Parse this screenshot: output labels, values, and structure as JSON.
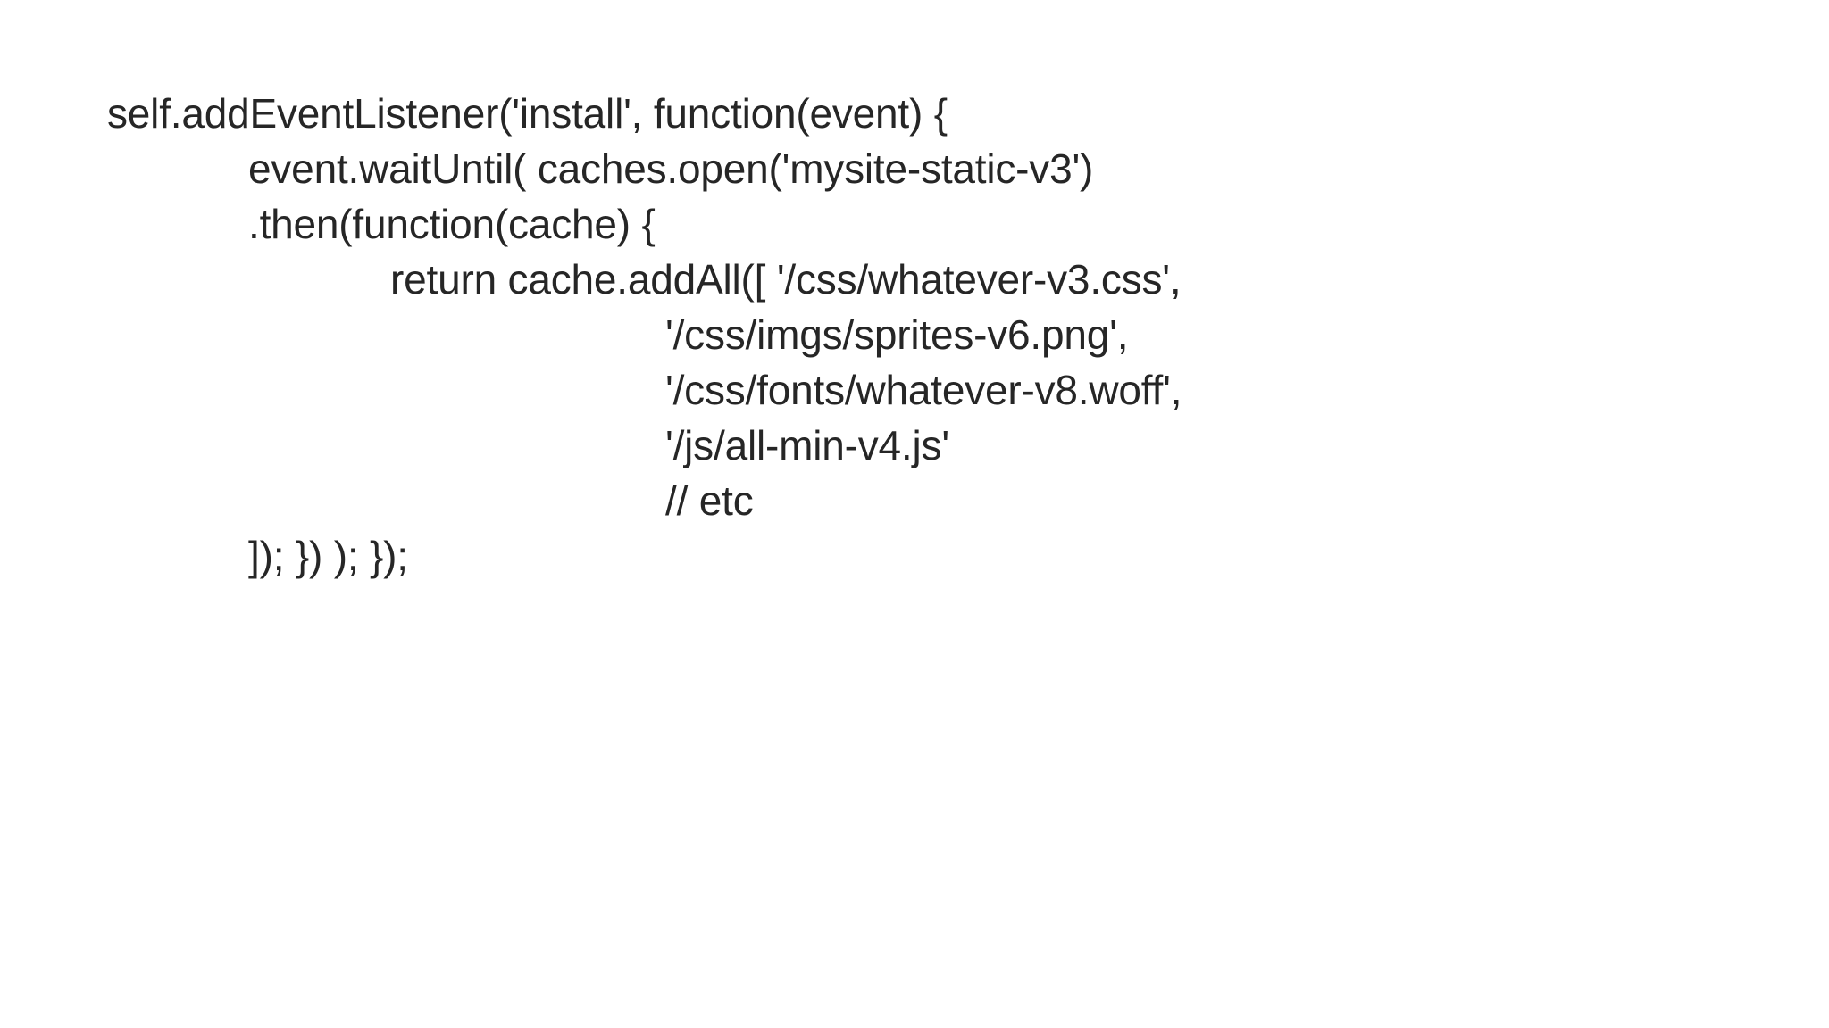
{
  "slide": {
    "background_color": "#ffffff",
    "text_color": "#262626",
    "kind": "code-snippet-slide"
  },
  "code": {
    "language": "javascript",
    "lines": [
      {
        "text": "self.addEventListener('install', function(event) {",
        "indent": 0
      },
      {
        "text": "event.waitUntil( caches.open('mysite-static-v3')",
        "indent": 1
      },
      {
        "text": ".then(function(cache) {",
        "indent": 1
      },
      {
        "text": "return cache.addAll([ '/css/whatever-v3.css',",
        "indent": 2
      },
      {
        "text": "'/css/imgs/sprites-v6.png',",
        "indent": 3
      },
      {
        "text": "'/css/fonts/whatever-v8.woff',",
        "indent": 3
      },
      {
        "text": "'/js/all-min-v4.js'",
        "indent": 3
      },
      {
        "text": "// etc",
        "indent": 3
      },
      {
        "text": "]); }) ); });",
        "indent": 1
      }
    ]
  }
}
